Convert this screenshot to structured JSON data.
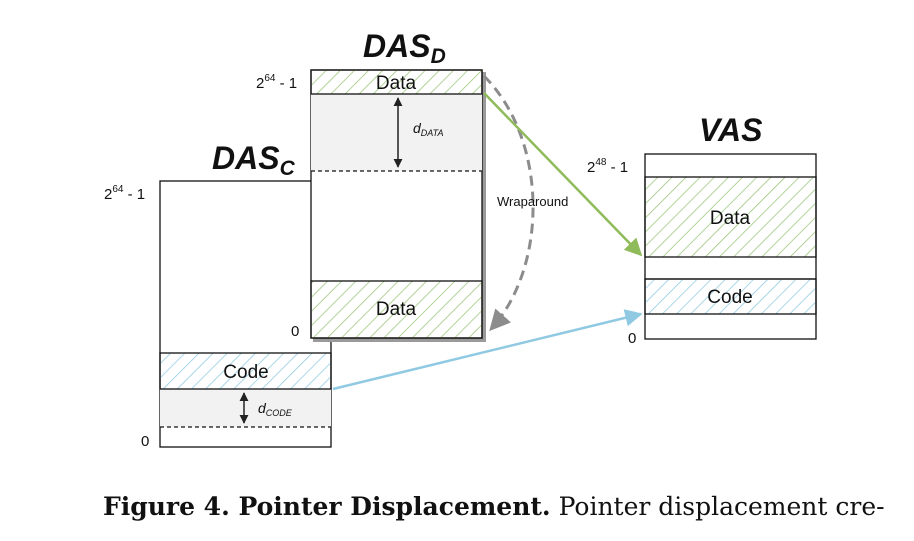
{
  "diagram": {
    "das_c": {
      "title_main": "DAS",
      "title_sub": "C",
      "top_label": "2^64 - 1",
      "bottom_label": "0",
      "code_label": "Code",
      "offset_label": "d",
      "offset_sub": "CODE"
    },
    "das_d": {
      "title_main": "DAS",
      "title_sub": "D",
      "top_label": "2^64 - 1",
      "bottom_label": "0",
      "data_top_label": "Data",
      "data_bottom_label": "Data",
      "offset_label": "d",
      "offset_sub": "DATA",
      "wrap_label": "Wraparound"
    },
    "vas": {
      "title": "VAS",
      "top_label": "2^48 - 1",
      "bottom_label": "0",
      "data_label": "Data",
      "code_label": "Code"
    },
    "colors": {
      "data_hatch": "#9bc37a",
      "code_hatch": "#8fc9e2",
      "data_arrow": "#8fbb5a",
      "code_arrow": "#8fc9e2",
      "wrap_arrow": "#8c8c8c",
      "offset_fill": "#f2f2f2"
    }
  },
  "caption": {
    "bold": "Figure 4. Pointer Displacement.",
    "rest": " Pointer displacement cre-"
  }
}
